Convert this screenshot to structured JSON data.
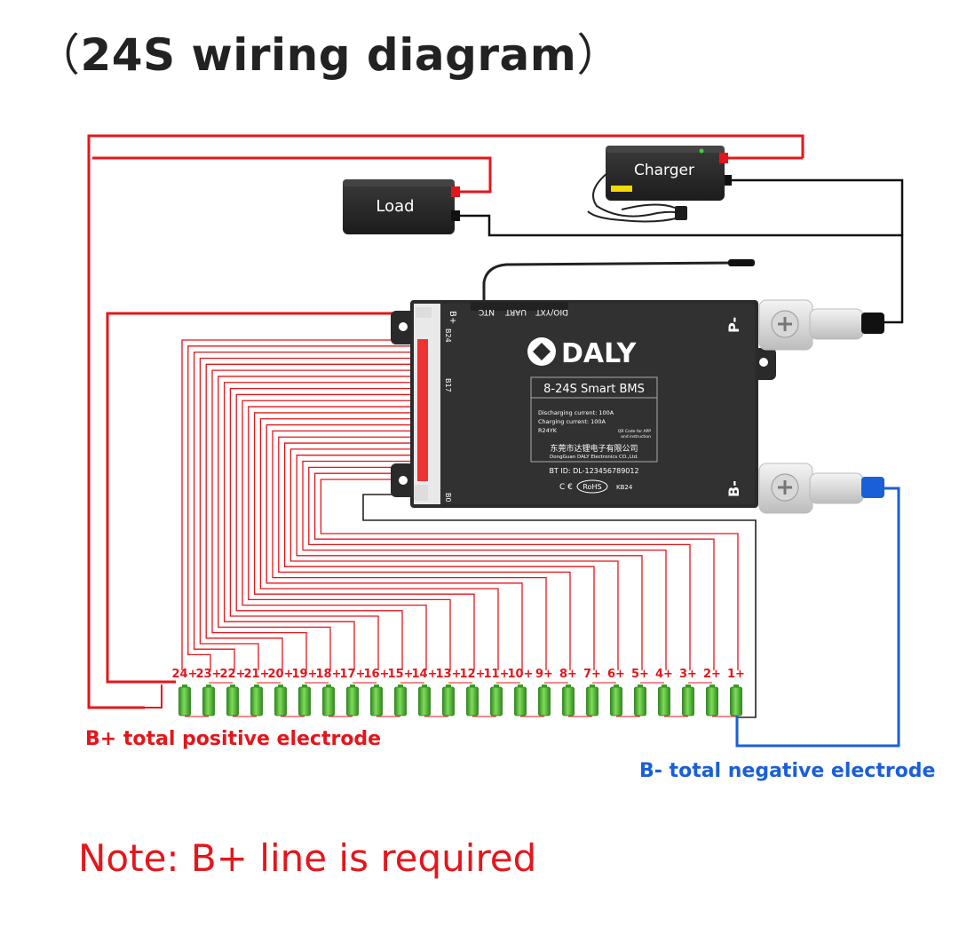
{
  "title": {
    "open": "（",
    "text": "24S wiring diagram",
    "close": "）"
  },
  "load": {
    "label": "Load"
  },
  "charger": {
    "label": "Charger"
  },
  "bms": {
    "brand": "DALY",
    "model": "8-24S  Smart  BMS",
    "discharging": "Discharging current: 100A",
    "charging": "Charging current: 100A",
    "code": "R24YK",
    "qr_note_1": "QR Code for APP",
    "qr_note_2": "and instruction",
    "company_cn": "东莞市达锂电子有限公司",
    "company_en": "DongGuan DALY Electronics CO.,Ltd.",
    "bt_id": "BT ID: DL-123456789012",
    "cert": "C €",
    "rohs": "RoHS",
    "kb": "KB24",
    "port_labels": [
      "DIO/YXT",
      "UART",
      "NTC"
    ],
    "pin_bplus": "B+",
    "pin_b24": "B24",
    "pin_b17": "B17",
    "pin_b0": "B0",
    "term_pminus": "P-",
    "term_bminus": "B-"
  },
  "cells": [
    "24+",
    "23+",
    "22+",
    "21+",
    "20+",
    "19+",
    "18+",
    "17+",
    "16+",
    "15+",
    "14+",
    "13+",
    "12+",
    "11+",
    "10+",
    "9+",
    "8+",
    "7+",
    "6+",
    "5+",
    "4+",
    "3+",
    "2+",
    "1+"
  ],
  "bplus_label": "B+ total positive electrode",
  "bminus_label": "B- total negative electrode",
  "note": "Note: B+ line is required",
  "colors": {
    "positive": "#e4161b",
    "negative": "#1a5fd8",
    "cell": "#46b82e",
    "bms_body": "#2b2b2b"
  }
}
